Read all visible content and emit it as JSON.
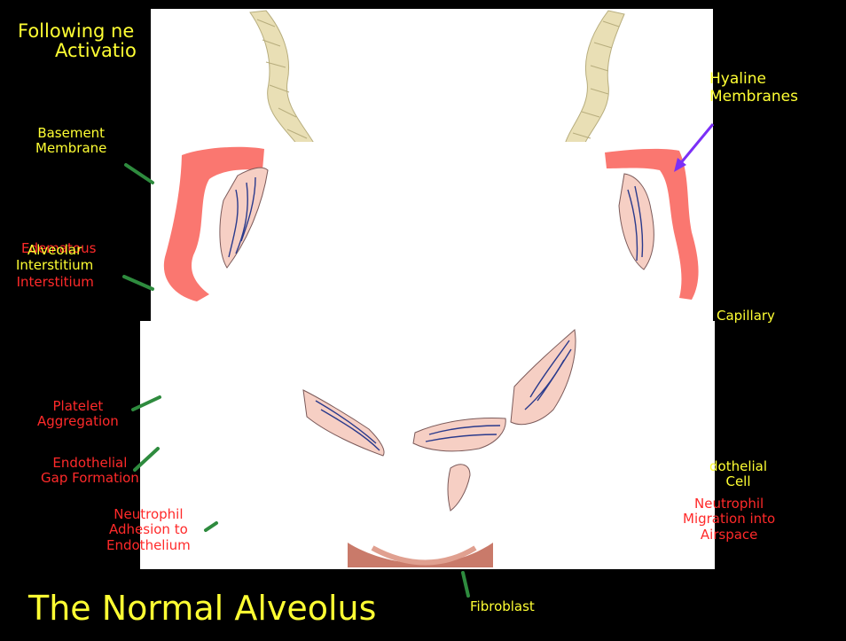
{
  "heading": {
    "line1": "Following ne",
    "line2": "Activatio"
  },
  "labels": {
    "hyaline_line1": "Hyaline",
    "hyaline_line2": "Membranes",
    "basement_line1": "Basement",
    "basement_line2": "Membrane",
    "alveolar_line1": "Alveolar",
    "alveolar_line2": "Interstitium",
    "edematous_line1": "Edematous",
    "edematous_line2": "Interstitium",
    "capillary": "Capillary",
    "platelet_line1": "Platelet",
    "platelet_line2": "Aggregation",
    "gap_line1": "Endothelial",
    "gap_line2": "Gap Formation",
    "adhesion_line1": "Neutrophil",
    "adhesion_line2": "Adhesion to",
    "adhesion_line3": "Endothelium",
    "endo_cell_line1": "dothelial",
    "endo_cell_line2": "Cell",
    "migration_line1": "Neutrophil",
    "migration_line2": "Migration into",
    "migration_line3": "Airspace",
    "fibroblast": "Fibroblast"
  },
  "title": "The Normal Alveolus",
  "colors": {
    "background": "#000000",
    "label_yellow": "#ffff33",
    "label_red": "#ff2a2a",
    "leader_green": "#2e8b3e",
    "membrane_salmon": "#fa7770",
    "cell_pink": "#f6cfc4",
    "fiber_blue": "#2a3a8c",
    "arrow_purple": "#7b2ff7"
  }
}
